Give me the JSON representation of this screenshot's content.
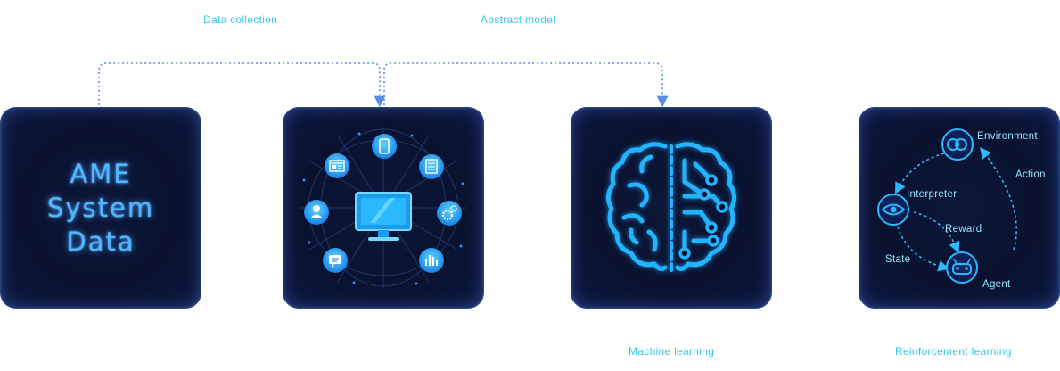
{
  "labels": {
    "data_collection": "Data collection",
    "abstract_model": "Abstract model",
    "machine_learning": "Machine learning",
    "reinforcement_learning": "Reinforcement learning"
  },
  "ame_panel": {
    "line1": "AME",
    "line2": "System",
    "line3": "Data"
  },
  "rl_cycle": {
    "environment": "Environment",
    "interpreter": "Interpreter",
    "reward": "Reward",
    "action": "Action",
    "state": "State",
    "agent": "Agent"
  },
  "colors": {
    "accent": "#39c6ec",
    "connector": "#5b8de8",
    "panel_bg": "#0a1230",
    "glow_blue": "#22b4ff"
  },
  "icons": {
    "collection_panel": [
      "monitor-icon",
      "phone-icon",
      "document-icon",
      "gear-icon",
      "bar-chart-icon",
      "chat-icon",
      "user-icon",
      "browser-icon"
    ],
    "ml_panel": "brain-circuit-icon",
    "rl_panel": [
      "environment-icon",
      "eye-icon",
      "robot-icon"
    ]
  }
}
